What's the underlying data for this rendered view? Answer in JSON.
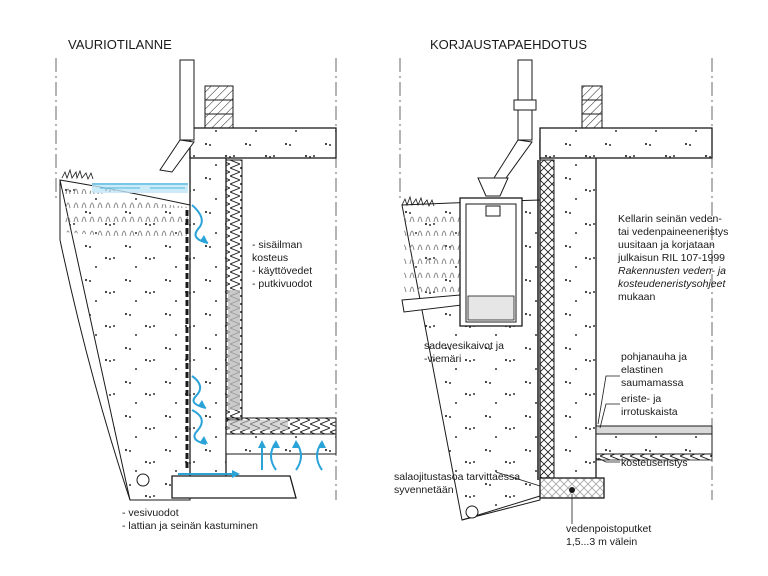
{
  "left_panel": {
    "title": "VAURIOTILANNE",
    "interior_labels": [
      "- sisäilman",
      "  kosteus",
      "- käyttövedet",
      "- putkivuodot"
    ],
    "bottom_labels": [
      "- vesivuodot",
      "- lattian ja seinän kastuminen"
    ]
  },
  "right_panel": {
    "title": "KORJAUSTAPAEHDOTUS",
    "note_lines": [
      {
        "text": "Kellarin seinän veden-",
        "italic": false
      },
      {
        "text": "tai vedenpaineeneristys",
        "italic": false
      },
      {
        "text": "uusitaan ja korjataan",
        "italic": false
      },
      {
        "text": "julkaisun RIL 107-1999",
        "italic": false
      },
      {
        "text": "Rakennusten veden- ja",
        "italic": true
      },
      {
        "text": "kosteudeneristysohjeet",
        "italic": true
      },
      {
        "text": "mukaan",
        "italic": false
      }
    ],
    "well_label": [
      "sadevesikaivot ja",
      "-viemäri"
    ],
    "strip_label": [
      "pohjanauha ja",
      "elastinen",
      "saumamassa"
    ],
    "insul_label": [
      "eriste- ja",
      "irrotuskaista"
    ],
    "moisture_label": "kosteuseristys",
    "drain_label": [
      "salaojitustasoa tarvittaessa",
      "syvennetään"
    ],
    "pipe_label": [
      "vedenpoistoputket",
      "1,5...3 m välein"
    ]
  },
  "colors": {
    "water": "#2aa3d8",
    "line": "#1a1a1a",
    "gray": "#9a9a9a"
  }
}
